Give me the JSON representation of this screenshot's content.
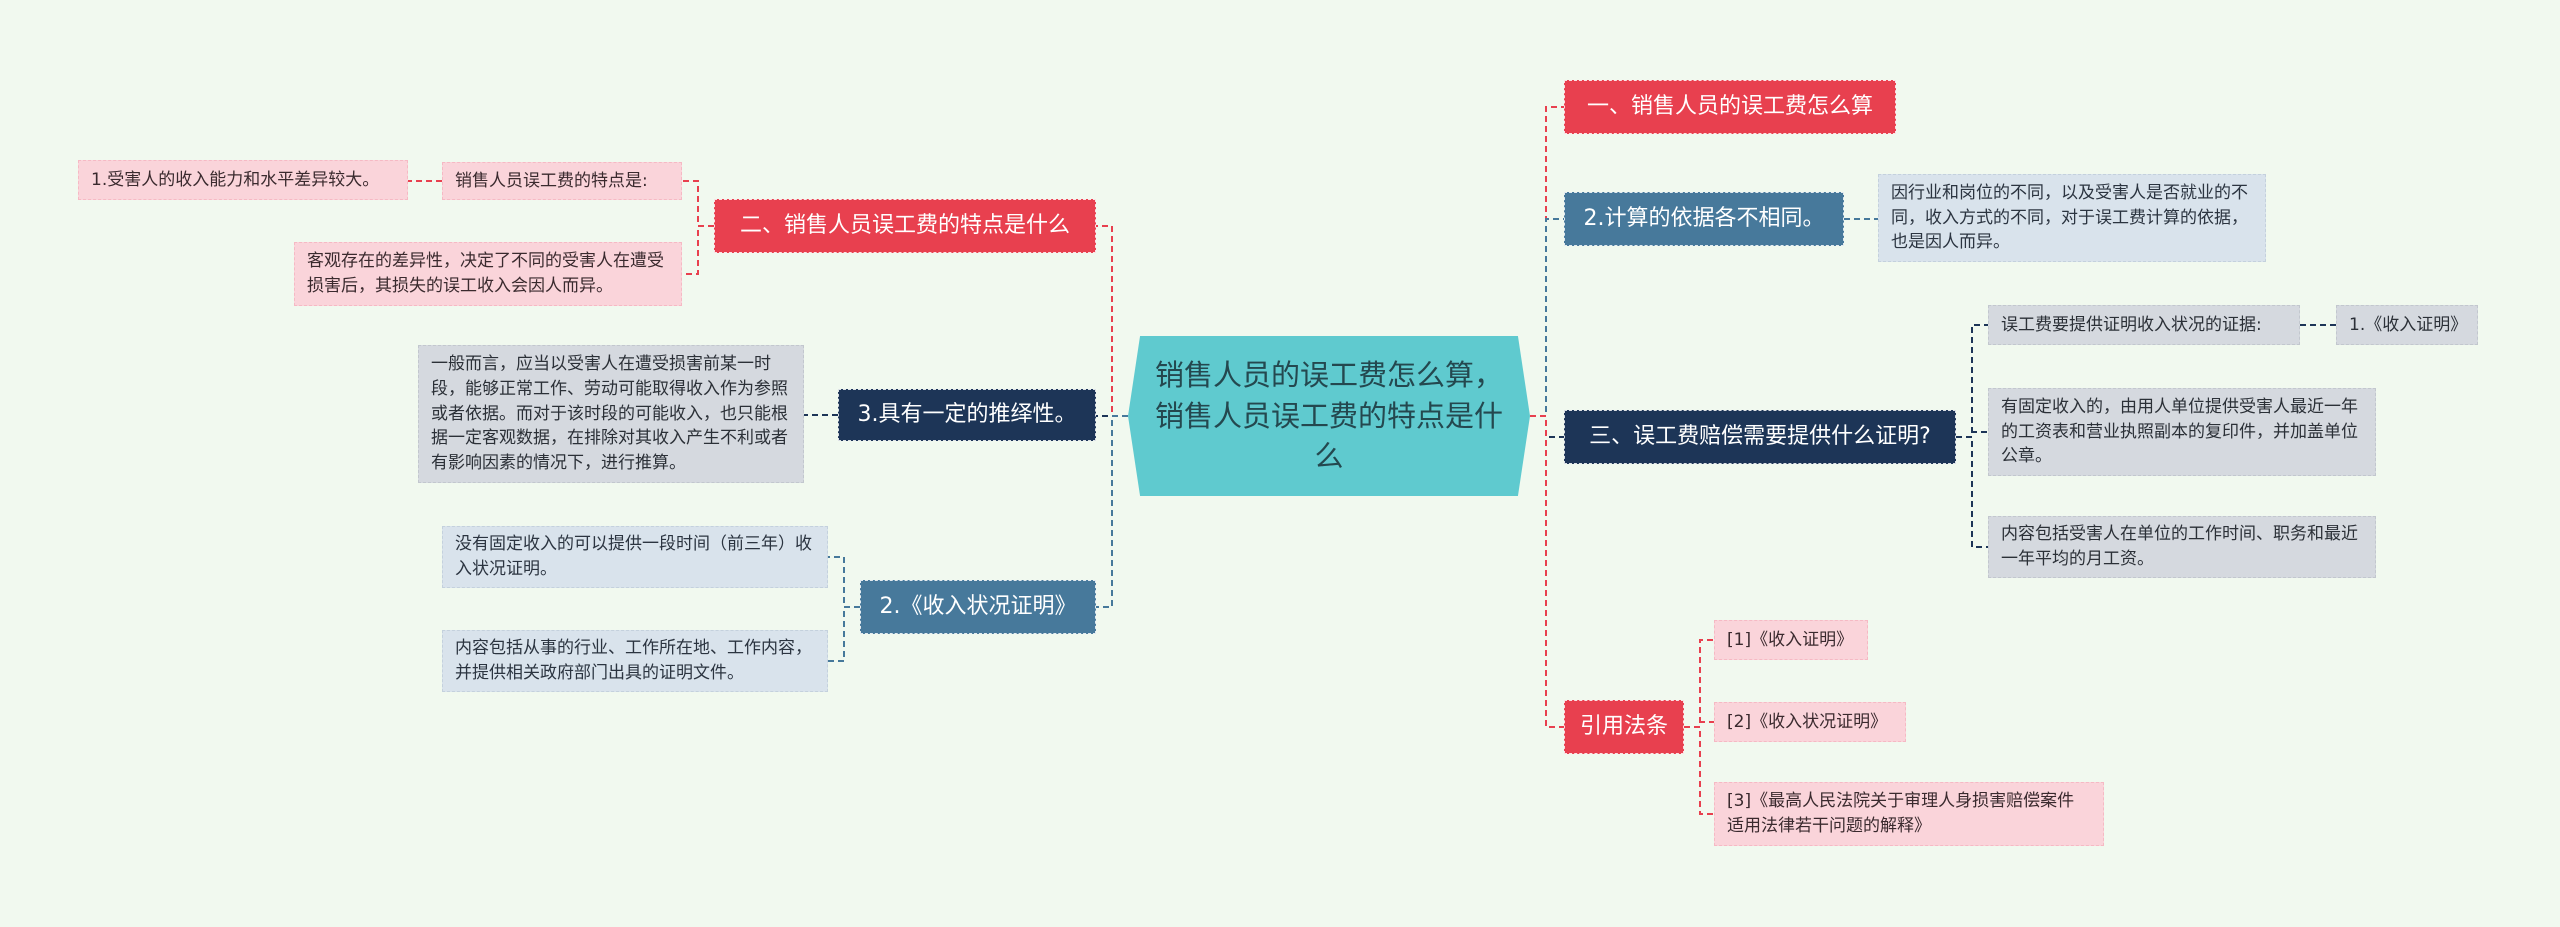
{
  "center": {
    "title": "销售人员的误工费怎么算，销售人员误工费的特点是什么"
  },
  "left": {
    "features": {
      "label": "二、销售人员误工费的特点是什么",
      "sub_label": "销售人员误工费的特点是:",
      "sub_point": "1.受害人的收入能力和水平差异较大。",
      "diff_text": "客观存在的差异性，决定了不同的受害人在遭受损害后，其损失的误工收入会因人而异。"
    },
    "inference": {
      "label": "3.具有一定的推绎性。",
      "text": "一般而言，应当以受害人在遭受损害前某一时段，能够正常工作、劳动可能取得收入作为参照或者依据。而对于该时段的可能收入，也只能根据一定客观数据，在排除对其收入产生不利或者有影响因素的情况下，进行推算。"
    },
    "income_cert": {
      "label": "2.《收入状况证明》",
      "item1": "没有固定收入的可以提供一段时间（前三年）收入状况证明。",
      "item2": "内容包括从事的行业、工作所在地、工作内容，并提供相关政府部门出具的证明文件。"
    }
  },
  "right": {
    "how_calc": {
      "label": "一、销售人员的误工费怎么算"
    },
    "basis": {
      "label": "2.计算的依据各不相同。",
      "text": "因行业和岗位的不同，以及受害人是否就业的不同，收入方式的不同，对于误工费计算的依据，也是因人而异。"
    },
    "proof": {
      "label": "三、误工费赔偿需要提供什么证明?",
      "item1": "误工费要提供证明收入状况的证据:",
      "item1_sub": "1.《收入证明》",
      "item2": "有固定收入的，由用人单位提供受害人最近一年的工资表和营业执照副本的复印件，并加盖单位公章。",
      "item3": "内容包括受害人在单位的工作时间、职务和最近一年平均的月工资。"
    },
    "refs": {
      "label": "引用法条",
      "items": [
        "[1]《收入证明》",
        "[2]《收入状况证明》",
        "[3]《最高人民法院关于审理人身损害赔偿案件适用法律若干问题的解释》"
      ]
    }
  },
  "colors": {
    "background": "#f1f9ef",
    "center": "#5fcacf",
    "red": "#e8404f",
    "navy": "#1d3557",
    "teal": "#47799b",
    "pink": "#fad4da",
    "light_blue": "#d9e3ec",
    "gray": "#d5d9df"
  }
}
